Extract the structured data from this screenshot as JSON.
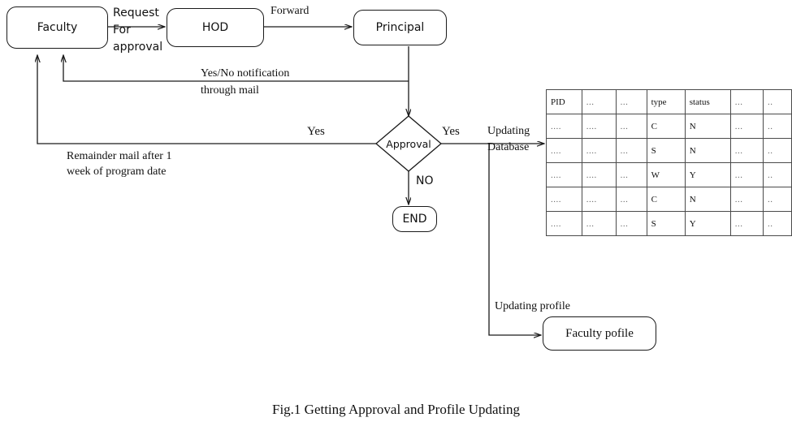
{
  "figure": {
    "caption": "Fig.1 Getting Approval and Profile Updating"
  },
  "nodes": {
    "faculty": "Faculty",
    "hod": "HOD",
    "principal": "Principal",
    "approval": "Approval",
    "end": "END",
    "faculty_profile": "Faculty pofile"
  },
  "edge_labels": {
    "request_for_approval": "Request\nFor\napproval",
    "forward": "Forward",
    "notification": "Yes/No notification\nthrough mail",
    "yes_left": "Yes",
    "yes_right": "Yes",
    "no": "NO",
    "updating_database": "Updating\nDatabase",
    "updating_profile": "Updating profile",
    "remainder": "Remainder mail after 1\nweek of program date"
  },
  "database_table": {
    "headers": [
      "PID",
      "...",
      "...",
      "type",
      "status",
      "...",
      ".."
    ],
    "rows": [
      [
        "....",
        "....",
        "...",
        "C",
        "N",
        "...",
        ".."
      ],
      [
        "....",
        "....",
        "...",
        "S",
        "N",
        "...",
        ".."
      ],
      [
        "....",
        "....",
        "...",
        "W",
        "Y",
        "...",
        ".."
      ],
      [
        "....",
        "....",
        "...",
        "C",
        "N",
        "...",
        ".."
      ],
      [
        "....",
        "...",
        "...",
        "S",
        "Y",
        "...",
        ".."
      ]
    ]
  },
  "colors": {
    "stroke": "#1a1a1a",
    "table_stroke": "#4a4a4a",
    "background": "#ffffff"
  }
}
